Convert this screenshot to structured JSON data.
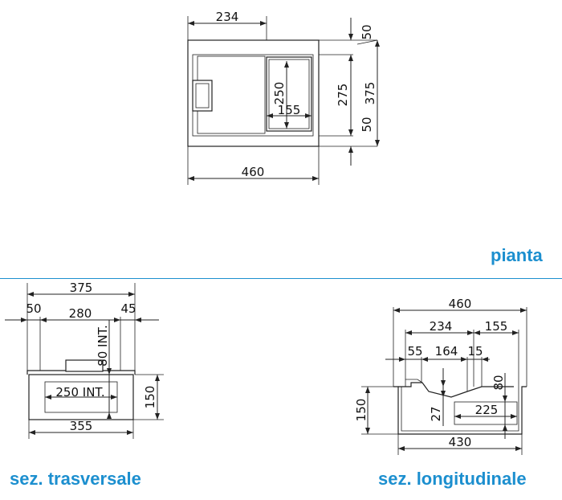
{
  "colors": {
    "heading": "#1c8fcf",
    "separator": "#1c8fcf",
    "lines": "#222222"
  },
  "views": {
    "pianta": {
      "title": "pianta",
      "dims": {
        "d234": "234",
        "d50a": "50",
        "d250": "250",
        "d155": "155",
        "d275": "275",
        "d375": "375",
        "d50b": "50",
        "d460": "460"
      }
    },
    "trasversale": {
      "title": "sez. trasversale",
      "dims": {
        "d375": "375",
        "d50": "50",
        "d280": "280",
        "d45": "45",
        "d80int": "80 INT.",
        "d250int": "250 INT.",
        "d150": "150",
        "d355": "355"
      }
    },
    "longitudinale": {
      "title": "sez. longitudinale",
      "dims": {
        "d460": "460",
        "d234": "234",
        "d155": "155",
        "d55": "55",
        "d164": "164",
        "d15": "15",
        "d80": "80",
        "d150": "150",
        "d27": "27",
        "d225": "225",
        "d430": "430"
      }
    }
  }
}
